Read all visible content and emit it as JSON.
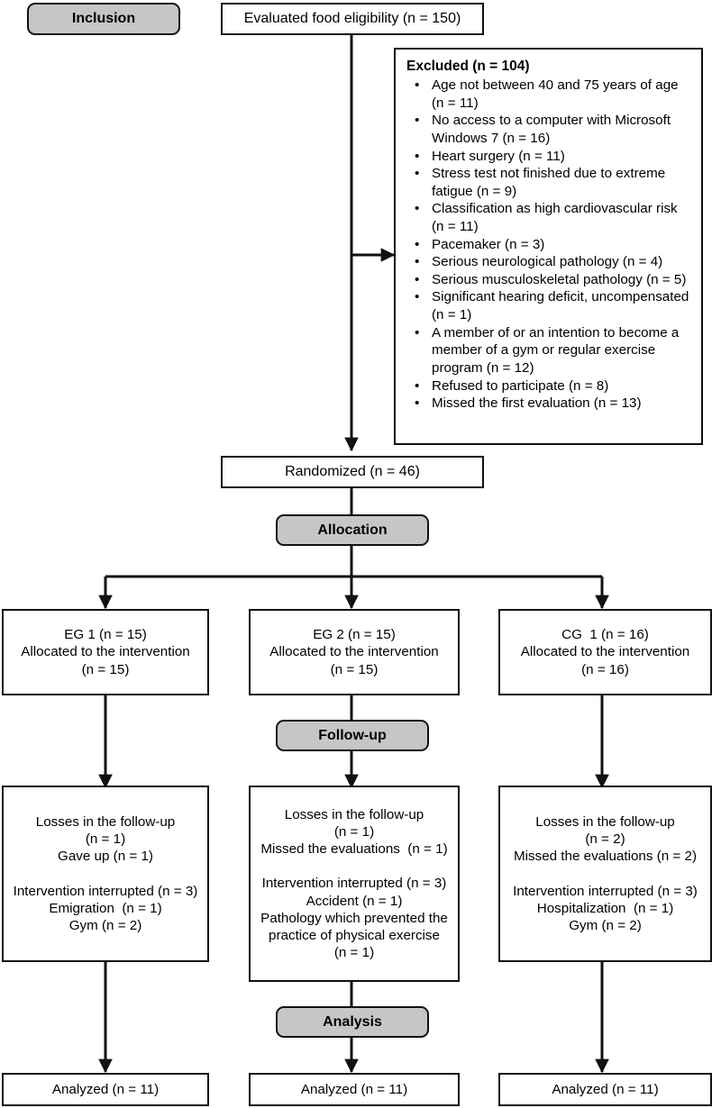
{
  "diagram": {
    "title": "CONSORT participant flow diagram",
    "colors": {
      "stage_fill": "#c6c6c6",
      "stroke": "#111111",
      "box_fill": "#ffffff"
    }
  },
  "stages": {
    "inclusion": "Inclusion",
    "allocation": "Allocation",
    "followup": "Follow-up",
    "analysis": "Analysis"
  },
  "nodes": {
    "assessed": {
      "line1": "Evaluated food eligibility (n = 150)"
    },
    "randomized": {
      "line1": "Randomized (n = 46)"
    },
    "excluded": {
      "title": "Excluded (n = 104)",
      "items": [
        "Age not between 40 and 75 years of age\n(n = 11)",
        "No access to a computer with Microsoft\nWindows 7 (n = 16)",
        "Heart surgery (n = 11)",
        "Stress test not finished due to extreme\nfatigue (n = 9)",
        "Classification as high cardiovascular risk\n(n = 11)",
        "Pacemaker (n = 3)",
        "Serious neurological pathology (n = 4)",
        "Serious musculoskeletal pathology (n = 5)",
        "Significant hearing deficit, uncompensated\n(n = 1)",
        "A member of or an intention to become\na member of a gym or regular exercise\nprogram (n = 12)",
        "Refused to participate (n = 8)",
        "Missed the first evaluation (n = 13)"
      ]
    },
    "alloc_left": {
      "line1": "EG 1 (n = 15)",
      "line2": "Allocated to the intervention",
      "line3": "(n = 15)"
    },
    "alloc_mid": {
      "line1": "EG 2 (n = 15)",
      "line2": "Allocated to the intervention",
      "line3": "(n = 15)"
    },
    "alloc_right": {
      "line1": "CG  1 (n = 16)",
      "line2": "Allocated to the intervention",
      "line3": "(n = 16)"
    },
    "follow_left": {
      "line1": "Losses in the follow-up",
      "line2": "(n = 1)",
      "line3": "Gave up (n = 1)",
      "line4": "",
      "line5": "Intervention interrupted (n = 3)",
      "line6": "Emigration  (n = 1)",
      "line7": "Gym (n = 2)"
    },
    "follow_mid": {
      "line1": "Losses in the follow-up",
      "line2": "(n = 1)",
      "line3": "Missed the evaluations  (n = 1)",
      "line4": "",
      "line5": "Intervention interrupted (n = 3)",
      "line6": "Accident (n = 1)",
      "line7": "Pathology which prevented the",
      "line8": "practice of physical exercise",
      "line9": "(n = 1)"
    },
    "follow_right": {
      "line1": "Losses in the follow-up",
      "line2": "(n = 2)",
      "line3": "Missed the evaluations (n = 2)",
      "line4": "",
      "line5": "Intervention interrupted (n = 3)",
      "line6": "Hospitalization  (n = 1)",
      "line7": "Gym (n = 2)"
    },
    "analyzed_left": {
      "line1": "Analyzed (n = 11)"
    },
    "analyzed_mid": {
      "line1": "Analyzed (n = 11)"
    },
    "analyzed_right": {
      "line1": "Analyzed (n = 11)"
    }
  }
}
